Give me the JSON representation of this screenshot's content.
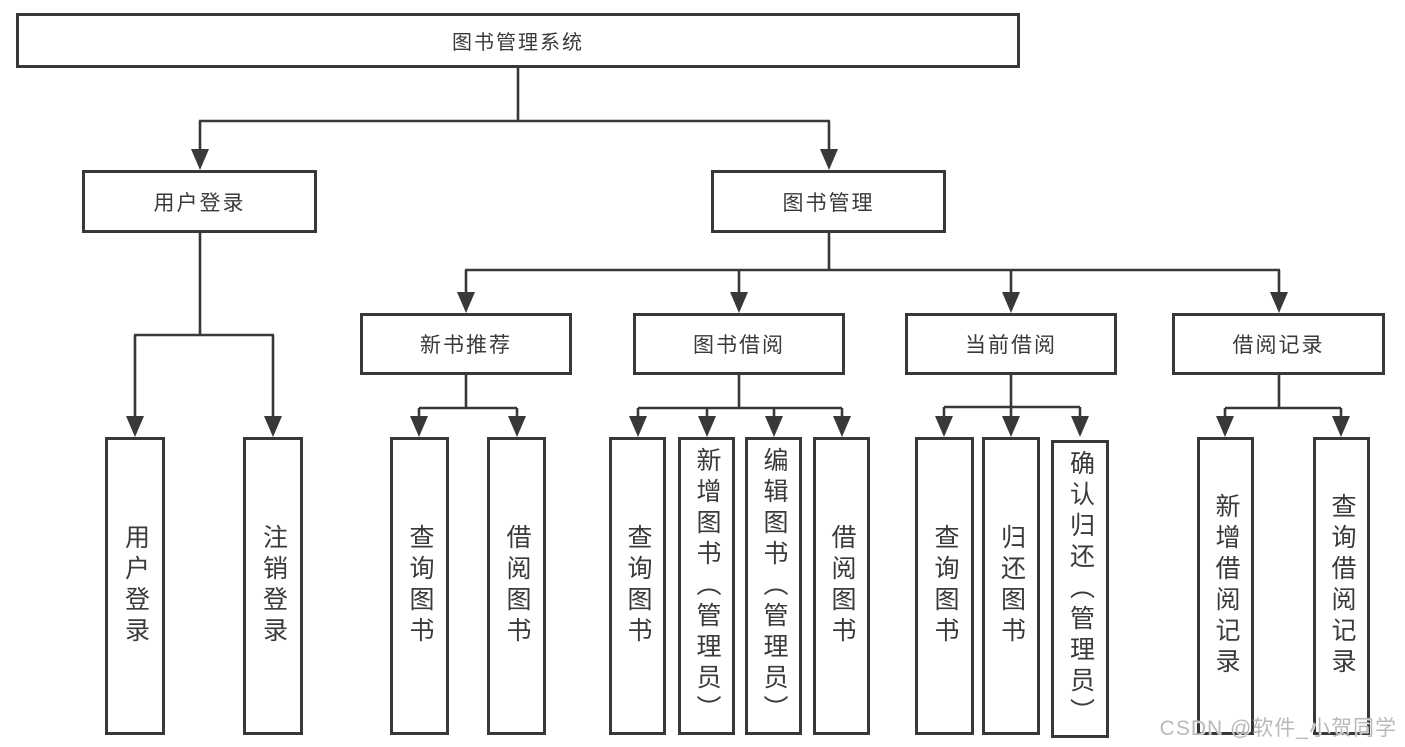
{
  "nodes": {
    "root": "图书管理系统",
    "user_login": "用户登录",
    "book_mgmt": "图书管理",
    "new_book_rec": "新书推荐",
    "book_borrow": "图书借阅",
    "current_borrow": "当前借阅",
    "borrow_record": "借阅记录",
    "ul_login": "用户登录",
    "ul_logout": "注销登录",
    "nb_query": "查询图书",
    "nb_borrow": "借阅图书",
    "bb_query": "查询图书",
    "bb_add": "新增图书（管理员）",
    "bb_edit": "编辑图书（管理员）",
    "bb_borrow": "借阅图书",
    "cb_query": "查询图书",
    "cb_return": "归还图书",
    "cb_confirm": "确认归还（管理员）",
    "br_add": "新增借阅记录",
    "br_query": "查询借阅记录"
  },
  "watermark": {
    "text": "CSDN @软件_小贺同学"
  },
  "colors": {
    "line": "#383838",
    "text": "#3a3a3a",
    "watermark": "#b9b9b9",
    "background": "#ffffff"
  }
}
